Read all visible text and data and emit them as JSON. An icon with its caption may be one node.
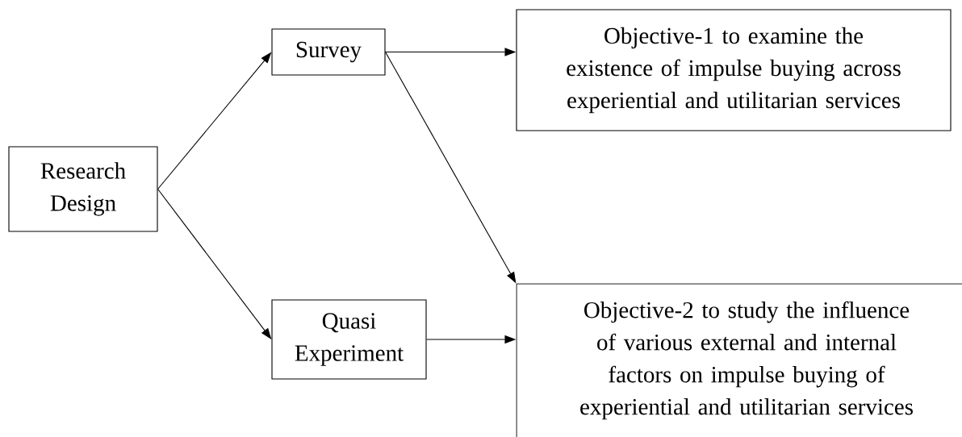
{
  "diagram": {
    "nodes": [
      {
        "text": [
          "Research Design"
        ]
      },
      {
        "text": [
          "Survey"
        ]
      },
      {
        "text": [
          "Objective-1 to examine the existence of impulse buying across experiential and utilitarian services"
        ]
      },
      {
        "text": [
          "Quasi Experiment"
        ]
      },
      {
        "text": [
          "Objective-2 to study the influence of various external and internal factors on impulse buying of experiential and utilitarian services"
        ]
      }
    ],
    "edges": [
      {
        "from": 0,
        "to": 1,
        "arrow": "to"
      },
      {
        "from": 0,
        "to": 3,
        "arrow": "to"
      },
      {
        "from": 1,
        "to": 2,
        "arrow": "to"
      },
      {
        "from": 1,
        "to": 4,
        "arrow": "to"
      },
      {
        "from": 3,
        "to": 4,
        "arrow": "to"
      }
    ]
  }
}
